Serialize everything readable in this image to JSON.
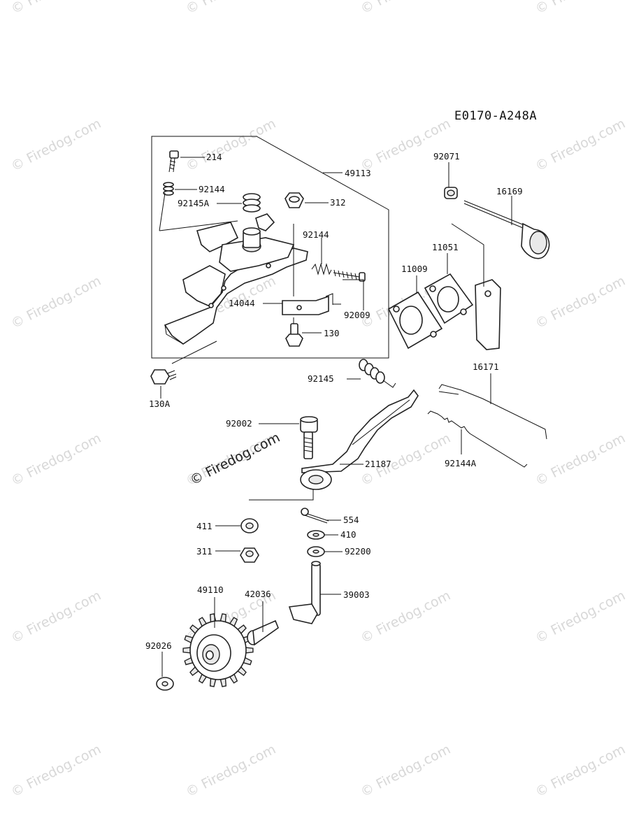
{
  "diagram_code": "E0170-A248A",
  "watermark": "© Firedog.com",
  "parts": [
    {
      "id": "p214",
      "label": "214"
    },
    {
      "id": "p49113",
      "label": "49113"
    },
    {
      "id": "p92144",
      "label": "92144"
    },
    {
      "id": "p92145A",
      "label": "92145A"
    },
    {
      "id": "p312",
      "label": "312"
    },
    {
      "id": "p92144b",
      "label": "92144"
    },
    {
      "id": "p14044",
      "label": "14044"
    },
    {
      "id": "p92009",
      "label": "92009"
    },
    {
      "id": "p130",
      "label": "130"
    },
    {
      "id": "p130A",
      "label": "130A"
    },
    {
      "id": "p92071",
      "label": "92071"
    },
    {
      "id": "p16169",
      "label": "16169"
    },
    {
      "id": "p11051",
      "label": "11051"
    },
    {
      "id": "p11009",
      "label": "11009"
    },
    {
      "id": "p92145",
      "label": "92145"
    },
    {
      "id": "p16171",
      "label": "16171"
    },
    {
      "id": "p92002",
      "label": "92002"
    },
    {
      "id": "p21187",
      "label": "21187"
    },
    {
      "id": "p92144A",
      "label": "92144A"
    },
    {
      "id": "p411",
      "label": "411"
    },
    {
      "id": "p554",
      "label": "554"
    },
    {
      "id": "p410",
      "label": "410"
    },
    {
      "id": "p311",
      "label": "311"
    },
    {
      "id": "p92200",
      "label": "92200"
    },
    {
      "id": "p49110",
      "label": "49110"
    },
    {
      "id": "p42036",
      "label": "42036"
    },
    {
      "id": "p39003",
      "label": "39003"
    },
    {
      "id": "p92026",
      "label": "92026"
    }
  ]
}
